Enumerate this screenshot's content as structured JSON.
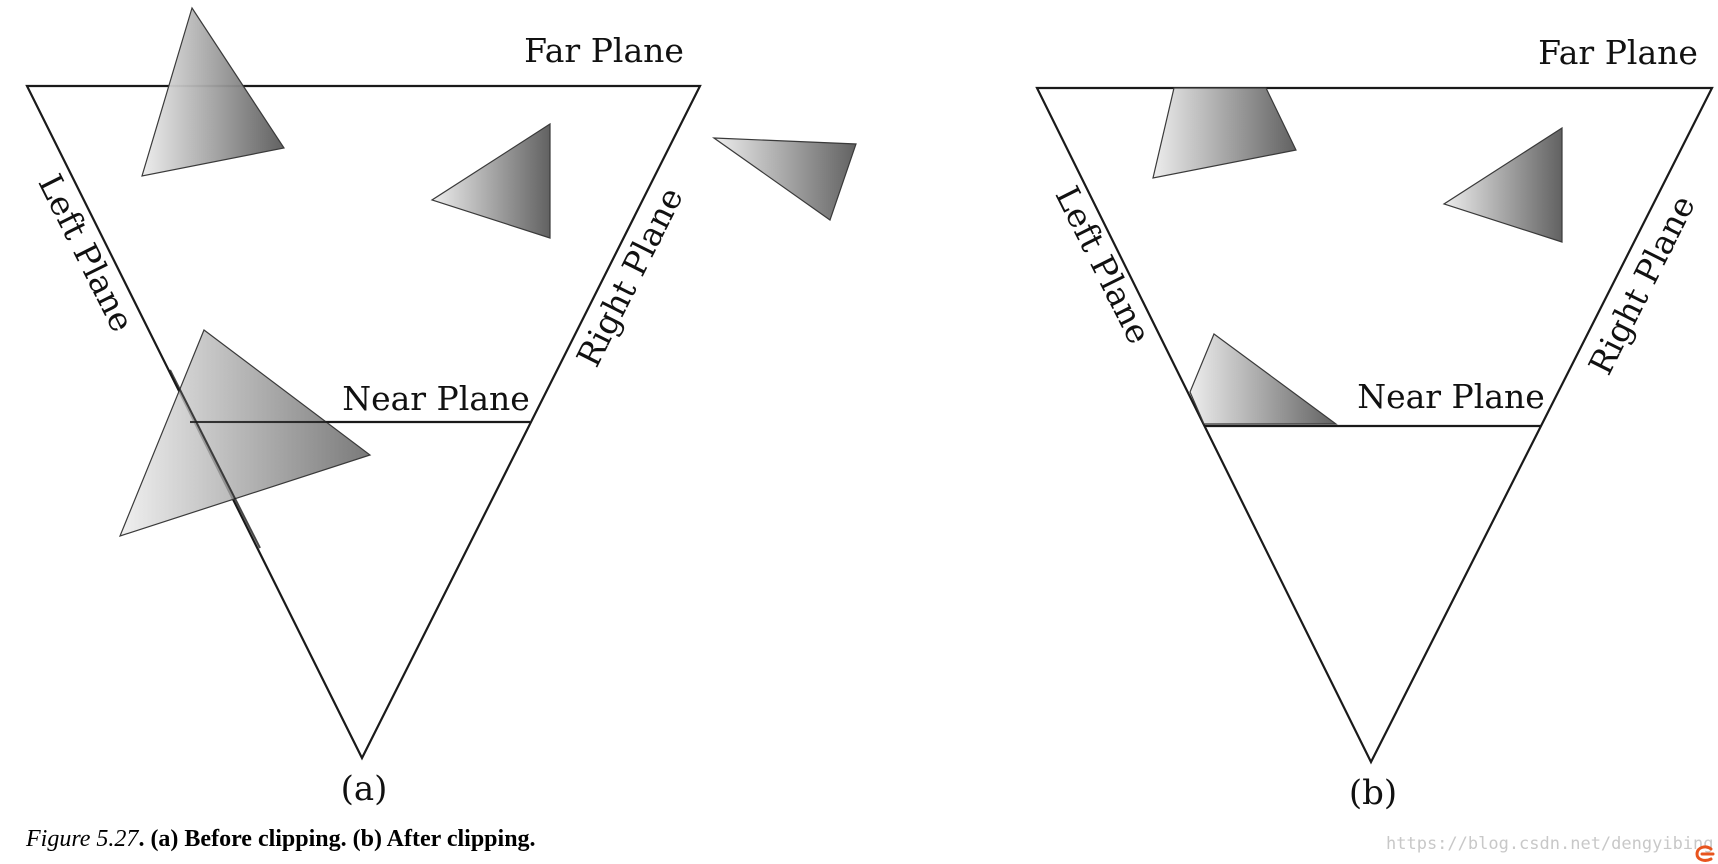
{
  "panels": [
    {
      "id": "a",
      "label": "(a)",
      "labels": {
        "far": "Far Plane",
        "near": "Near Plane",
        "left": "Left Plane",
        "right": "Right Plane"
      }
    },
    {
      "id": "b",
      "label": "(b)",
      "labels": {
        "far": "Far Plane",
        "near": "Near Plane",
        "left": "Left Plane",
        "right": "Right Plane"
      }
    }
  ],
  "caption": {
    "lead": "Figure 5.27",
    "text": ". (a) Before clipping. (b) After clipping."
  },
  "watermark": {
    "text": "https://blog.csdn.net/dengyibing"
  },
  "colors": {
    "line": "#1a1a1a",
    "shade_light": "#ececec",
    "shade_dark": "#595959",
    "watermark_logo": "#e8541e"
  }
}
